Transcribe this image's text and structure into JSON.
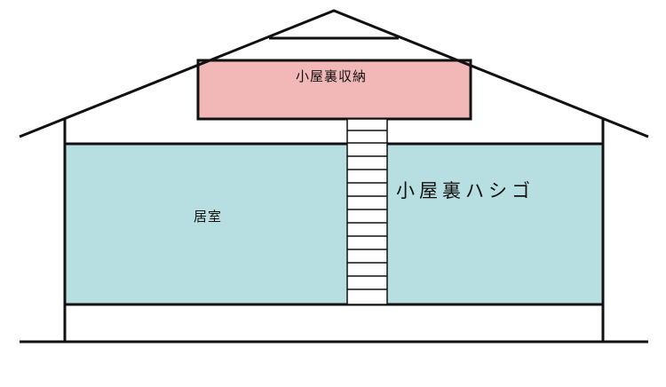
{
  "labels": {
    "attic_storage": "小屋裏収納",
    "living_room": "居室",
    "attic_ladder": "小屋裏ハシゴ"
  },
  "colors": {
    "attic_fill": "#f2b8b8",
    "room_fill": "#b7dfe2",
    "line": "#111111",
    "ladder_fill": "#ffffff"
  }
}
